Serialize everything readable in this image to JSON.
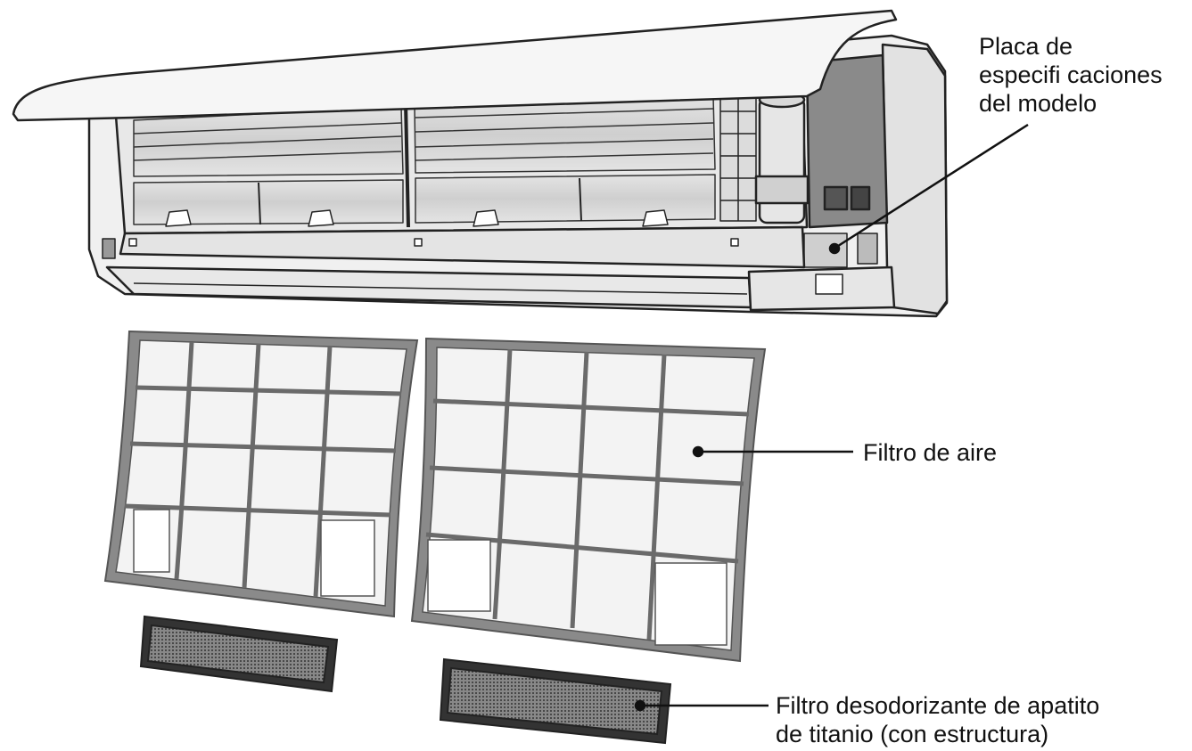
{
  "labels": {
    "model_plate": [
      "Placa de",
      "especifi caciones",
      "del modelo"
    ],
    "air_filter": "Filtro de aire",
    "deodorizing_filter": [
      "Filtro desodorizante de apatito",
      "de titanio (con estructura)"
    ]
  },
  "colors": {
    "line": "#222222",
    "body": "#f2f2f2",
    "shade": "#d6d6d6",
    "frame": "#777777",
    "mesh": "#555555"
  }
}
